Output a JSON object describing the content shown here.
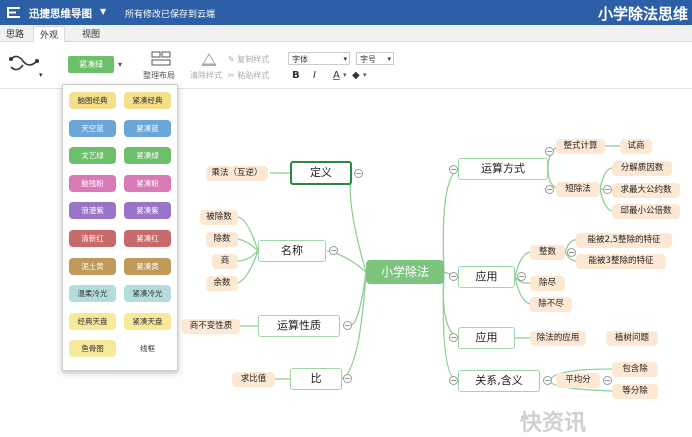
{
  "titlebar": {
    "app_name": "迅捷思维导图",
    "save_status": "所有修改已保存到云端",
    "doc_title": "小学除法思维"
  },
  "tabs": [
    {
      "label": "思路",
      "active": false
    },
    {
      "label": "外观",
      "active": true
    },
    {
      "label": "视图",
      "active": false
    }
  ],
  "toolbar": {
    "theme_selected": "紧凑绿",
    "arrange_label": "整理布局",
    "clear_style_label": "清除样式",
    "copy_style_label": "复制样式",
    "paste_style_label": "粘贴样式",
    "font_label": "字体",
    "size_label": "字号",
    "bold_label": "B",
    "italic_label": "I",
    "font_color_label": "A",
    "fill_color_label": "◆"
  },
  "themes": [
    {
      "label": "脑图经典",
      "bg": "#f4e08a",
      "fg": "#333"
    },
    {
      "label": "紧凑经典",
      "bg": "#f4e08a",
      "fg": "#333"
    },
    {
      "label": "天空蓝",
      "bg": "#6aa6d8",
      "fg": "#fff"
    },
    {
      "label": "紧凑蓝",
      "bg": "#6aa6d8",
      "fg": "#fff"
    },
    {
      "label": "文艺绿",
      "bg": "#6ebf6a",
      "fg": "#fff"
    },
    {
      "label": "紧凑绿",
      "bg": "#6ebf6a",
      "fg": "#fff"
    },
    {
      "label": "脑残粉",
      "bg": "#d979b5",
      "fg": "#fff"
    },
    {
      "label": "紧凑粉",
      "bg": "#d979b5",
      "fg": "#fff"
    },
    {
      "label": "浪漫紫",
      "bg": "#9a74c8",
      "fg": "#fff"
    },
    {
      "label": "紧凑紫",
      "bg": "#9a74c8",
      "fg": "#fff"
    },
    {
      "label": "清新红",
      "bg": "#c96a6a",
      "fg": "#fff"
    },
    {
      "label": "紧凑红",
      "bg": "#c96a6a",
      "fg": "#fff"
    },
    {
      "label": "泥土黄",
      "bg": "#bf9a5a",
      "fg": "#fff"
    },
    {
      "label": "紧凑黄",
      "bg": "#bf9a5a",
      "fg": "#fff"
    },
    {
      "label": "温柔冷光",
      "bg": "#b5dcdc",
      "fg": "#333"
    },
    {
      "label": "紧凑冷光",
      "bg": "#b5dcdc",
      "fg": "#333"
    },
    {
      "label": "经典天盘",
      "bg": "#f7e89a",
      "fg": "#333"
    },
    {
      "label": "紧凑天盘",
      "bg": "#f7e89a",
      "fg": "#333"
    },
    {
      "label": "鱼骨图",
      "bg": "#f7e89a",
      "fg": "#333"
    },
    {
      "label": "线框",
      "bg": "#ffffff",
      "fg": "#333"
    }
  ],
  "mindmap": {
    "root": "小学除法",
    "left": {
      "dingyi": "定义",
      "dingyi_child": "乘法（互逆）",
      "mingcheng": "名称",
      "mingcheng_children": [
        "被除数",
        "除数",
        "商",
        "余数"
      ],
      "xingzhi": "运算性质",
      "xingzhi_child": "商不变性质",
      "bi": "比",
      "bi_child": "求比值"
    },
    "right": {
      "yunsuan": "运算方式",
      "shushi": "整式计算",
      "shishang": "试商",
      "duanchu": "短除法",
      "duanchu_children": [
        "分解质因数",
        "求最大公约数",
        "邱最小公倍数"
      ],
      "yingyong1": "应用",
      "zhengshu": "整数",
      "zhengshu_children": [
        "能被2,5整除的特征",
        "能被3整除的特征"
      ],
      "chujin": "除尽",
      "buchujin": "除不尽",
      "yingyong2": "应用",
      "yingyong2_child": "除法的应用",
      "yingyong2_child2": "植树问题",
      "guanxi": "关系,含义",
      "pingjunfen": "平均分",
      "pingjunfen_children": [
        "包含除",
        "等分除"
      ]
    }
  },
  "watermark": "快资讯"
}
